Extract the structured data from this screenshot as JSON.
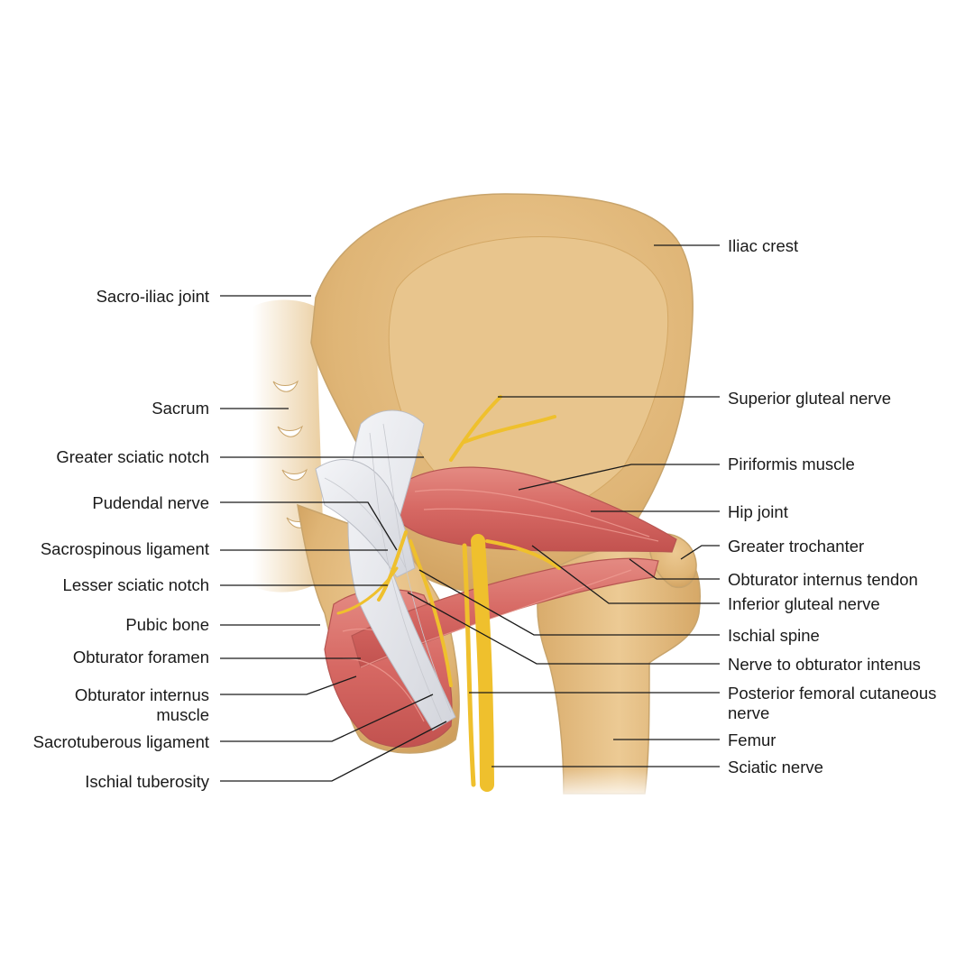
{
  "labels_left": {
    "sacroiliac_joint": "Sacro-iliac joint",
    "sacrum": "Sacrum",
    "greater_sciatic_notch": "Greater sciatic notch",
    "pudendal_nerve": "Pudendal nerve",
    "sacrospinous_ligament": "Sacrospinous ligament",
    "lesser_sciatic_notch": "Lesser sciatic notch",
    "pubic_bone": "Pubic bone",
    "obturator_foramen": "Obturator foramen",
    "obturator_internus_muscle_line1": "Obturator internus",
    "obturator_internus_muscle_line2": "muscle",
    "sacrotuberous_ligament": "Sacrotuberous ligament",
    "ischial_tuberosity": "Ischial tuberosity"
  },
  "labels_right": {
    "iliac_crest": "Iliac crest",
    "superior_gluteal_nerve": "Superior gluteal nerve",
    "piriformis_muscle": "Piriformis muscle",
    "hip_joint": "Hip joint",
    "greater_trochanter": "Greater trochanter",
    "obturator_internus_tendon": "Obturator internus tendon",
    "inferior_gluteal_nerve": "Inferior gluteal nerve",
    "ischial_spine": "Ischial spine",
    "nerve_to_obturator_intenus": "Nerve to obturator intenus",
    "posterior_femoral_cutaneous_line1": "Posterior femoral cutaneous",
    "posterior_femoral_cutaneous_line2": "nerve",
    "femur": "Femur",
    "sciatic_nerve": "Sciatic nerve"
  },
  "colors": {
    "bone": "#e2bb7e",
    "muscle": "#d86e68",
    "ligament": "#e8e9ee",
    "nerve": "#efc02d",
    "background": "#ffffff"
  }
}
